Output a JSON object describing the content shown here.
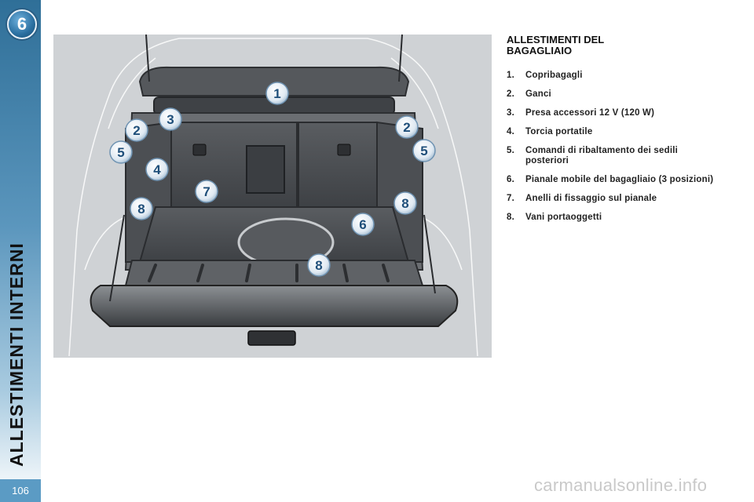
{
  "sidebar": {
    "chapter_number": "6",
    "title": "ALLESTIMENTI INTERNI",
    "page_number": "106"
  },
  "section": {
    "title": "ALLESTIMENTI DEL BAGAGLIAIO",
    "items": [
      {
        "num": "1.",
        "text": "Copribagagli"
      },
      {
        "num": "2.",
        "text": "Ganci"
      },
      {
        "num": "3.",
        "text": "Presa accessori 12 V (120 W)"
      },
      {
        "num": "4.",
        "text": "Torcia portatile"
      },
      {
        "num": "5.",
        "text": "Comandi di ribaltamento dei sedili posteriori"
      },
      {
        "num": "6.",
        "text": "Pianale mobile del bagagliaio (3 posizioni)"
      },
      {
        "num": "7.",
        "text": "Anelli di fissaggio sul pianale"
      },
      {
        "num": "8.",
        "text": "Vani portaoggetti"
      }
    ]
  },
  "illustration": {
    "callouts": [
      "1",
      "2",
      "3",
      "2",
      "5",
      "5",
      "4",
      "7",
      "8",
      "8",
      "6",
      "8"
    ]
  },
  "footer": {
    "watermark": "carmanualsonline.info"
  },
  "colors": {
    "sidebar_blue": "#2f6f98",
    "callout_blue": "#1f4f7a",
    "trunk_dark": "#4a4d51"
  }
}
